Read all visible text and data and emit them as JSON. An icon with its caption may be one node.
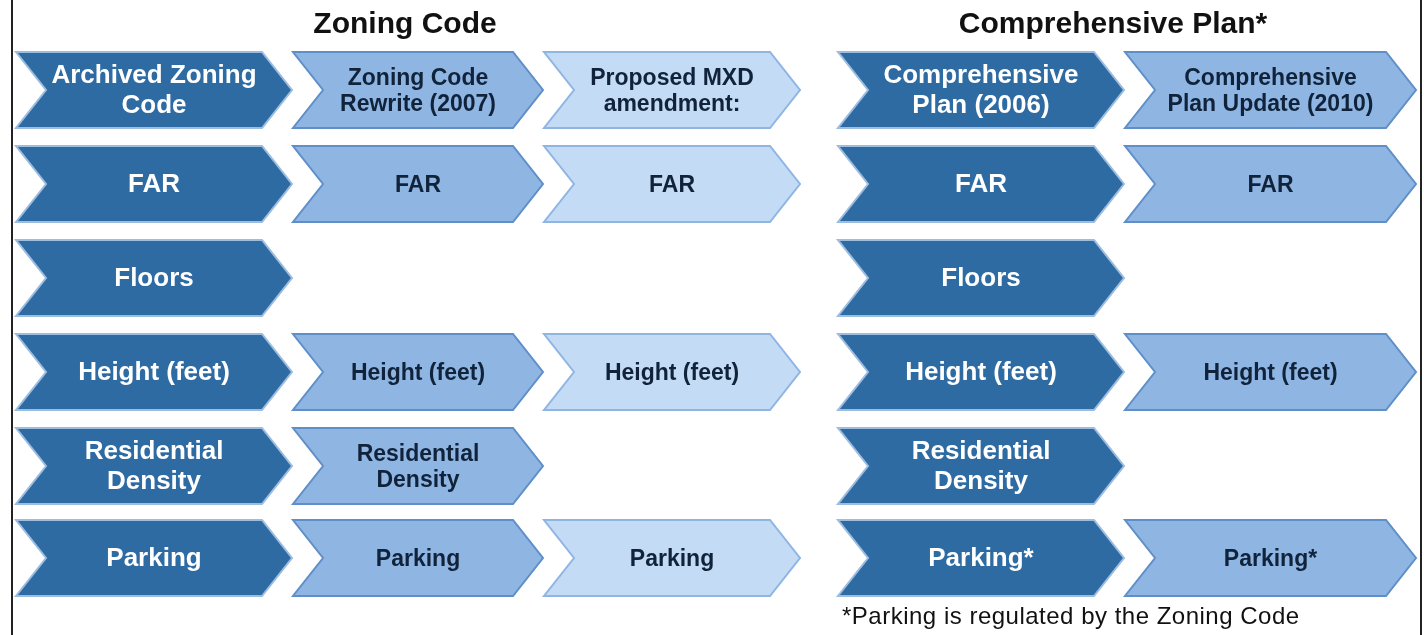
{
  "diagram": {
    "nodes": [
      {
        "text": [
          "Archived Zoning Code"
        ]
      },
      {
        "text": [
          "Zoning Code Rewrite  (2007)"
        ]
      },
      {
        "text": [
          "Proposed MXD amendment:"
        ]
      },
      {
        "text": [
          "Comprehensive Plan (2006)"
        ]
      },
      {
        "text": [
          "Comprehensive Plan Update (2010)"
        ]
      },
      {
        "text": [
          "FAR"
        ]
      },
      {
        "text": [
          "FAR"
        ]
      },
      {
        "text": [
          "FAR"
        ]
      },
      {
        "text": [
          "FAR"
        ]
      },
      {
        "text": [
          "FAR"
        ]
      },
      {
        "text": [
          "Floors"
        ]
      },
      {
        "text": [
          "Floors"
        ]
      },
      {
        "text": [
          "Height (feet)"
        ]
      },
      {
        "text": [
          "Height (feet)"
        ]
      },
      {
        "text": [
          "Height (feet)"
        ]
      },
      {
        "text": [
          "Height (feet)"
        ]
      },
      {
        "text": [
          "Height (feet)"
        ]
      },
      {
        "text": [
          "Residential Density"
        ]
      },
      {
        "text": [
          "Residential Density"
        ]
      },
      {
        "text": [
          "Residential Density"
        ]
      },
      {
        "text": [
          "Parking"
        ]
      },
      {
        "text": [
          "Parking"
        ]
      },
      {
        "text": [
          "Parking"
        ]
      },
      {
        "text": [
          "Parking*"
        ]
      },
      {
        "text": [
          "Parking*"
        ]
      }
    ],
    "labels": [
      "Zoning Code",
      "Comprehensive Plan*",
      "*Parking is regulated by the Zoning Code"
    ]
  }
}
